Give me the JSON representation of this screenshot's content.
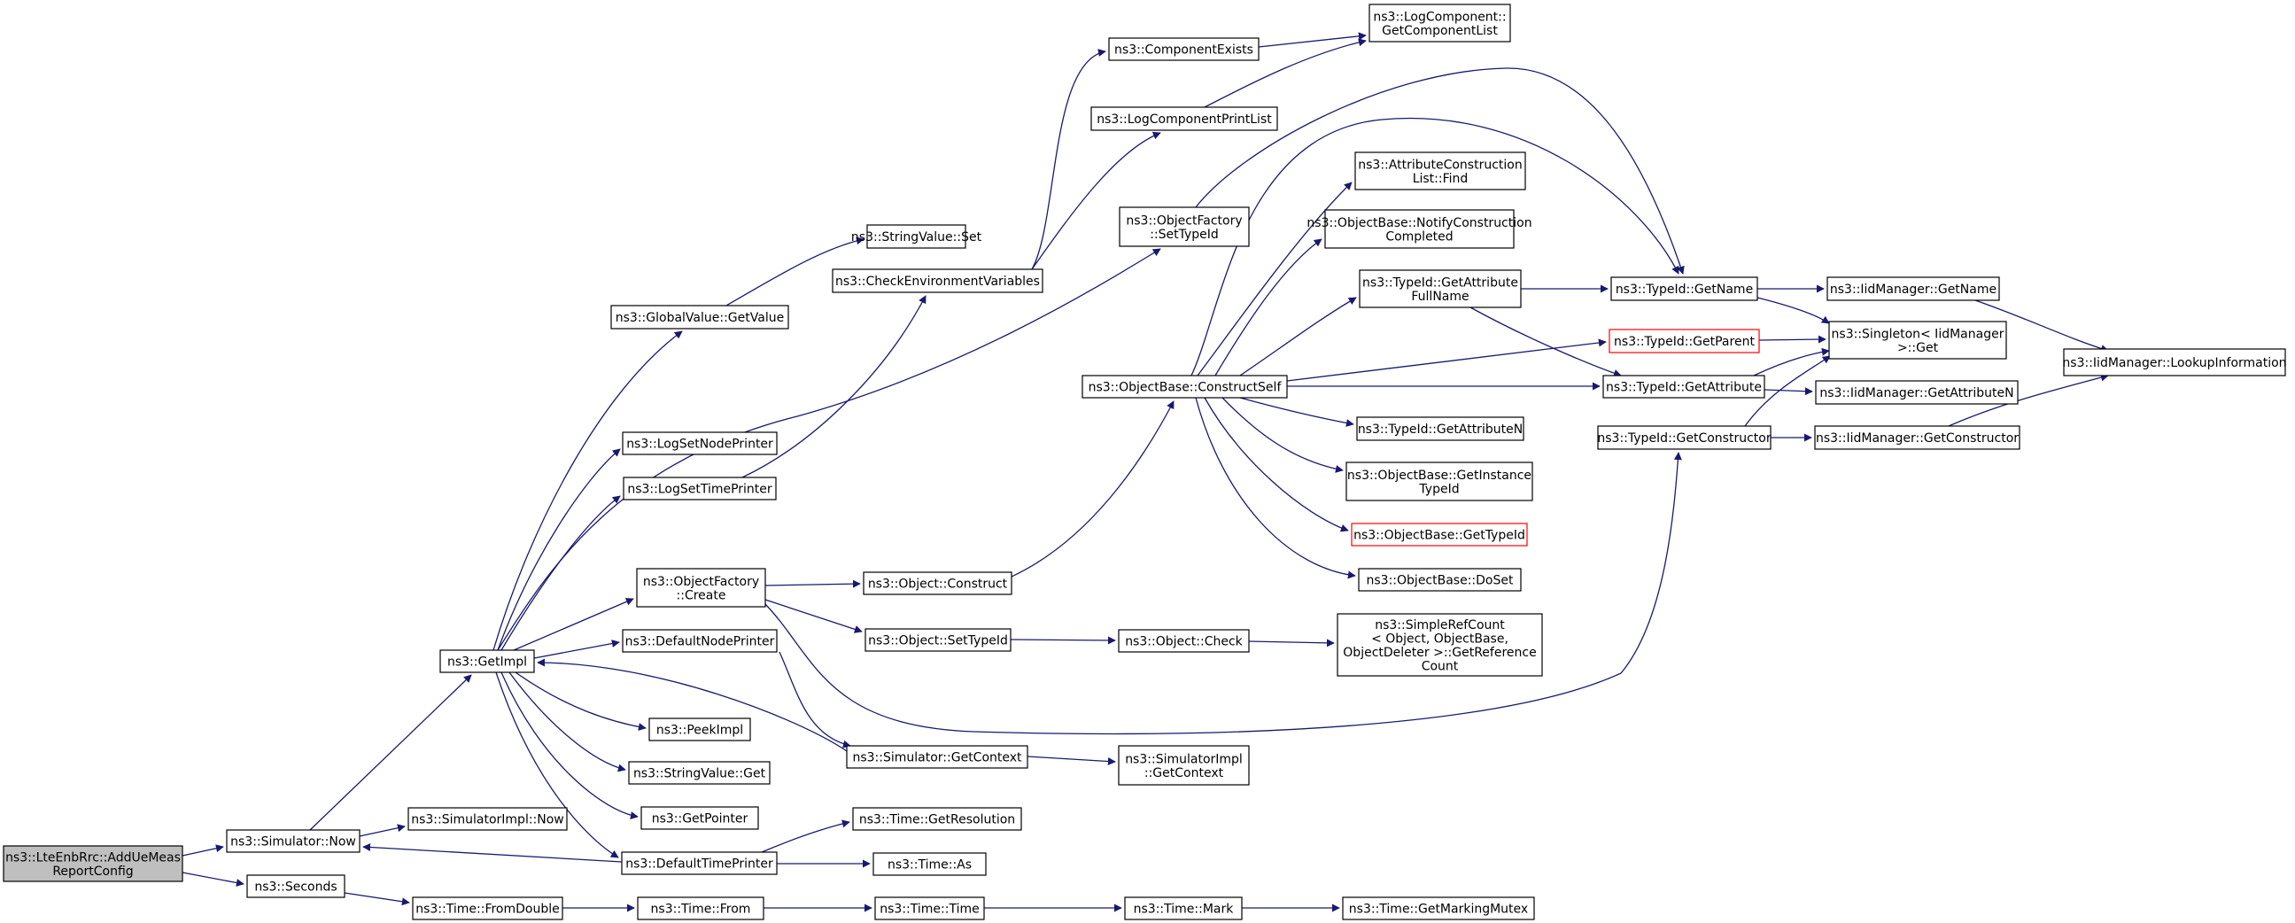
{
  "nodes": [
    {
      "id": "root",
      "lines": [
        "ns3::LteEnbRrc::AddUeMeas",
        "ReportConfig"
      ],
      "style": "root"
    },
    {
      "id": "simnow",
      "lines": [
        "ns3::Simulator::Now"
      ]
    },
    {
      "id": "seconds",
      "lines": [
        "ns3::Seconds"
      ]
    },
    {
      "id": "getimpl",
      "lines": [
        "ns3::GetImpl"
      ]
    },
    {
      "id": "simimplnow",
      "lines": [
        "ns3::SimulatorImpl::Now"
      ]
    },
    {
      "id": "defaulttimeprinter",
      "lines": [
        "ns3::DefaultTimePrinter"
      ]
    },
    {
      "id": "fromdouble",
      "lines": [
        "ns3::Time::FromDouble"
      ]
    },
    {
      "id": "globalvalue",
      "lines": [
        "ns3::GlobalValue::GetValue"
      ]
    },
    {
      "id": "lognodeprinter",
      "lines": [
        "ns3::LogSetNodePrinter"
      ]
    },
    {
      "id": "logtimeprinter",
      "lines": [
        "ns3::LogSetTimePrinter"
      ]
    },
    {
      "id": "objfactcreate",
      "lines": [
        "ns3::ObjectFactory",
        "::Create"
      ]
    },
    {
      "id": "defaultnodeprinter",
      "lines": [
        "ns3::DefaultNodePrinter"
      ]
    },
    {
      "id": "peekimpl",
      "lines": [
        "ns3::PeekImpl"
      ]
    },
    {
      "id": "stringvalueget",
      "lines": [
        "ns3::StringValue::Get"
      ]
    },
    {
      "id": "getpointer",
      "lines": [
        "ns3::GetPointer"
      ]
    },
    {
      "id": "timefrom",
      "lines": [
        "ns3::Time::From"
      ]
    },
    {
      "id": "stringvalueset",
      "lines": [
        "ns3::StringValue::Set"
      ]
    },
    {
      "id": "checkenv",
      "lines": [
        "ns3::CheckEnvironmentVariables"
      ]
    },
    {
      "id": "objconstruct",
      "lines": [
        "ns3::Object::Construct"
      ]
    },
    {
      "id": "objsettypeid",
      "lines": [
        "ns3::Object::SetTypeId"
      ]
    },
    {
      "id": "simgetcontext",
      "lines": [
        "ns3::Simulator::GetContext"
      ]
    },
    {
      "id": "getresolution",
      "lines": [
        "ns3::Time::GetResolution"
      ]
    },
    {
      "id": "timeas",
      "lines": [
        "ns3::Time::As"
      ]
    },
    {
      "id": "timetime",
      "lines": [
        "ns3::Time::Time"
      ]
    },
    {
      "id": "compexists",
      "lines": [
        "ns3::ComponentExists"
      ]
    },
    {
      "id": "logcompprint",
      "lines": [
        "ns3::LogComponentPrintList"
      ]
    },
    {
      "id": "objfactsettypeid",
      "lines": [
        "ns3::ObjectFactory",
        "::SetTypeId"
      ]
    },
    {
      "id": "constructself",
      "lines": [
        "ns3::ObjectBase::ConstructSelf"
      ]
    },
    {
      "id": "objcheck",
      "lines": [
        "ns3::Object::Check"
      ]
    },
    {
      "id": "simimplgetcontext",
      "lines": [
        "ns3::SimulatorImpl",
        "::GetContext"
      ]
    },
    {
      "id": "timemark",
      "lines": [
        "ns3::Time::Mark"
      ]
    },
    {
      "id": "logcomplist",
      "lines": [
        "ns3::LogComponent::",
        "GetComponentList"
      ]
    },
    {
      "id": "attrconstr",
      "lines": [
        "ns3::AttributeConstruction",
        "List::Find"
      ]
    },
    {
      "id": "notifyconstr",
      "lines": [
        "ns3::ObjectBase::NotifyConstruction",
        "Completed"
      ]
    },
    {
      "id": "getattrfullname",
      "lines": [
        "ns3::TypeId::GetAttribute",
        "FullName"
      ]
    },
    {
      "id": "getattrn",
      "lines": [
        "ns3::TypeId::GetAttributeN"
      ]
    },
    {
      "id": "getinstancetypeid",
      "lines": [
        "ns3::ObjectBase::GetInstance",
        "TypeId"
      ]
    },
    {
      "id": "getobjtypeid",
      "lines": [
        "ns3::ObjectBase::GetTypeId"
      ],
      "style": "red"
    },
    {
      "id": "doset",
      "lines": [
        "ns3::ObjectBase::DoSet"
      ]
    },
    {
      "id": "simplerefcount",
      "lines": [
        "ns3::SimpleRefCount",
        "< Object, ObjectBase,",
        "ObjectDeleter >::GetReference",
        "Count"
      ]
    },
    {
      "id": "getmarkingmutex",
      "lines": [
        "ns3::Time::GetMarkingMutex"
      ]
    },
    {
      "id": "typeidgetname",
      "lines": [
        "ns3::TypeId::GetName"
      ]
    },
    {
      "id": "typeidgetparent",
      "lines": [
        "ns3::TypeId::GetParent"
      ],
      "style": "red"
    },
    {
      "id": "typeidgetattr",
      "lines": [
        "ns3::TypeId::GetAttribute"
      ]
    },
    {
      "id": "typeidgetconstructor",
      "lines": [
        "ns3::TypeId::GetConstructor"
      ]
    },
    {
      "id": "iidgetname",
      "lines": [
        "ns3::IidManager::GetName"
      ]
    },
    {
      "id": "singletonget",
      "lines": [
        "ns3::Singleton< IidManager",
        ">::Get"
      ]
    },
    {
      "id": "iidgetattrn",
      "lines": [
        "ns3::IidManager::GetAttributeN"
      ]
    },
    {
      "id": "iidgetconstructor",
      "lines": [
        "ns3::IidManager::GetConstructor"
      ]
    },
    {
      "id": "lookupinfo",
      "lines": [
        "ns3::IidManager::LookupInformation"
      ]
    }
  ]
}
